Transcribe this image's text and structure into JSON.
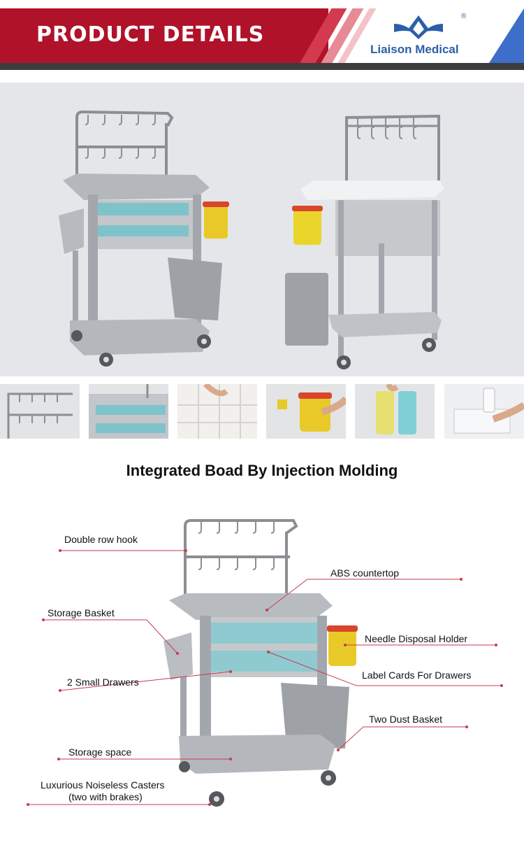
{
  "header": {
    "title": "PRODUCT DETAILS",
    "brand": "Liaison Medical",
    "reg_mark": "®"
  },
  "colors": {
    "banner_red": "#b0122a",
    "accent_blue": "#2b5fa8",
    "callout_line": "#c73a4c"
  },
  "icons": {
    "logo": "liaison-medical-logo-icon"
  },
  "section": {
    "title": "Integrated Boad By Injection Molding"
  },
  "callouts": {
    "hook": "Double row hook",
    "countertop": "ABS countertop",
    "basket": "Storage Basket",
    "needle": "Needle Disposal Holder",
    "drawers": "2 Small Drawers",
    "label_cards": "Label Cards For Drawers",
    "dust": "Two Dust Basket",
    "storage": "Storage space",
    "casters_line1": "Luxurious Noiseless Casters",
    "casters_line2": "(two with brakes)"
  }
}
